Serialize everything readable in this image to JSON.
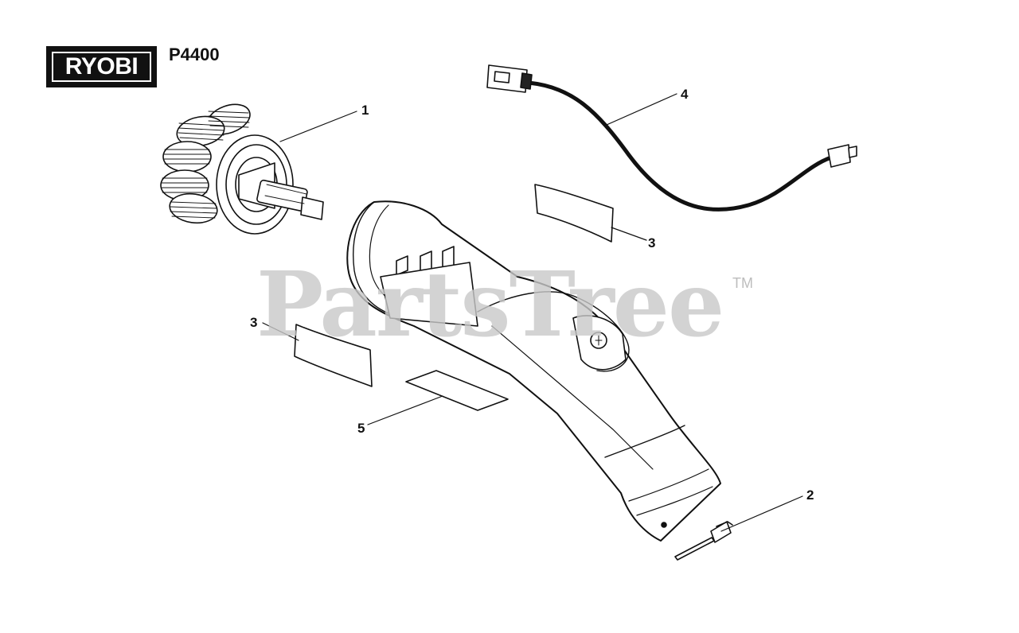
{
  "brand": {
    "logo_text": "RYOBI",
    "model": "P4400"
  },
  "watermark": {
    "text": "PartsTree",
    "trademark": "TM"
  },
  "callouts": [
    {
      "label": "1",
      "part": "scrub brush head"
    },
    {
      "label": "2",
      "part": "charging port cover"
    },
    {
      "label": "3",
      "part": "label (top)"
    },
    {
      "label": "3",
      "part": "label (side)"
    },
    {
      "label": "4",
      "part": "USB charging cable"
    },
    {
      "label": "5",
      "part": "data label"
    }
  ]
}
